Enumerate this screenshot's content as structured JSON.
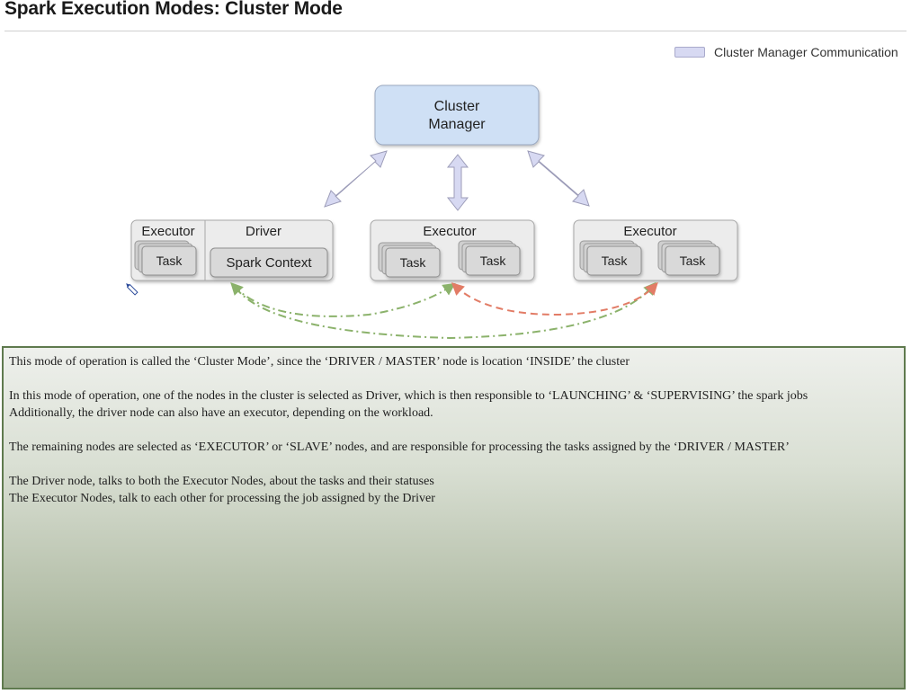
{
  "title": "Spark Execution Modes: Cluster Mode",
  "legend": {
    "label": "Cluster Manager Communication",
    "color": "#d7d9f2"
  },
  "diagram": {
    "cluster_manager": {
      "line1": "Cluster",
      "line2": "Manager",
      "color": "#cfe0f5"
    },
    "driver_node": {
      "executor_label": "Executor",
      "driver_label": "Driver",
      "task_label": "Task",
      "context_label": "Spark Context"
    },
    "worker_1": {
      "label": "Executor",
      "tasks": [
        "Task",
        "Task"
      ]
    },
    "worker_2": {
      "label": "Executor",
      "tasks": [
        "Task",
        "Task"
      ]
    },
    "colors": {
      "driver_link": "#8bb26b",
      "executor_link": "#e27c66",
      "node_fill": "#ececec",
      "task_fill": "#d6d6d6"
    }
  },
  "notes": {
    "lines": [
      "This mode of operation is called the ‘Cluster Mode’, since the ‘DRIVER / MASTER’ node is location ‘INSIDE’ the cluster",
      "",
      "In this mode of operation, one of the nodes in the cluster is selected as Driver, which is then responsible to ‘LAUNCHING’ & ‘SUPERVISING’ the spark jobs",
      "Additionally, the driver node can also have an executor, depending on the workload.",
      "",
      "The remaining nodes are selected as ‘EXECUTOR’ or ‘SLAVE’ nodes, and are responsible for processing the tasks assigned by the ‘DRIVER / MASTER’",
      "",
      "The Driver node, talks to both the Executor Nodes, about the tasks and their statuses",
      "The Executor Nodes, talk to each other for processing the job assigned by the Driver"
    ]
  }
}
